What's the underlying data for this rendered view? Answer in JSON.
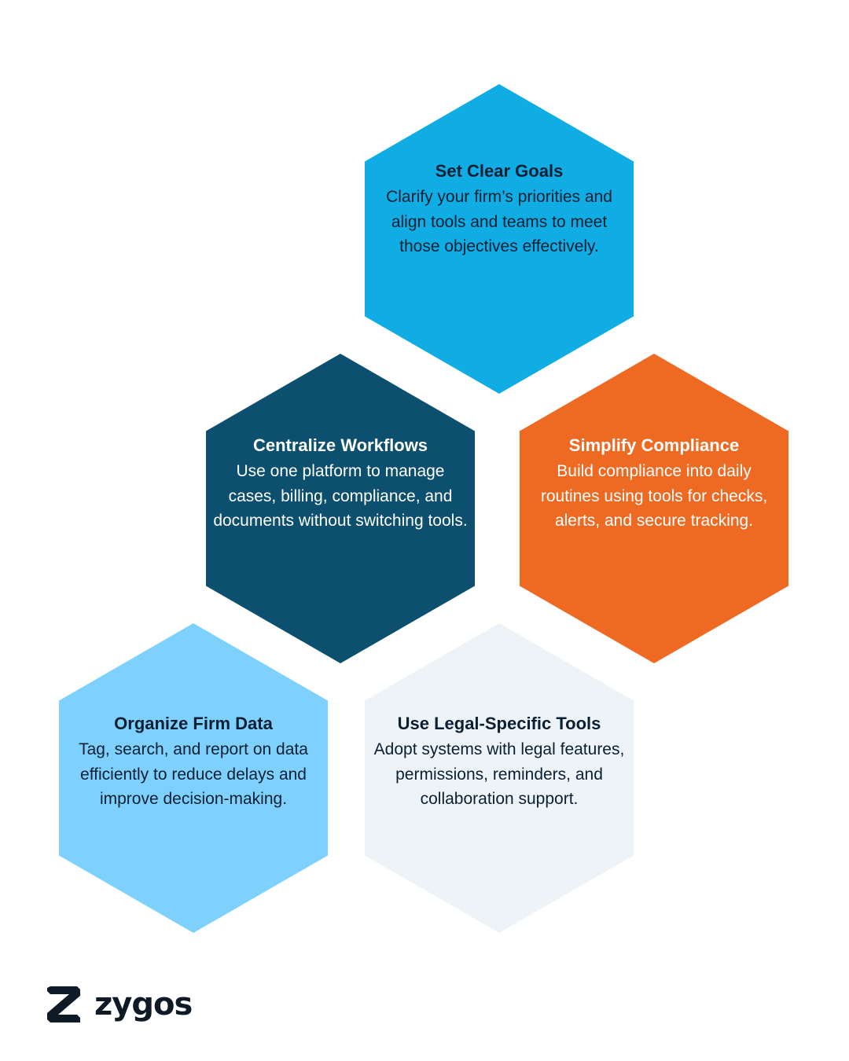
{
  "hexagons": {
    "goals": {
      "title": "Set Clear Goals",
      "description": "Clarify your firm’s priorities and align tools and teams to meet those objectives effectively.",
      "color": "#0fade4"
    },
    "workflows": {
      "title": "Centralize Workflows",
      "description": "Use one platform to manage cases, billing, compliance, and documents without switching tools.",
      "color": "#0c4f6e"
    },
    "compliance": {
      "title": "Simplify Compliance",
      "description": "Build compliance into daily routines using tools for checks, alerts, and secure tracking.",
      "color": "#ee6a22"
    },
    "data": {
      "title": "Organize Firm Data",
      "description": "Tag, search, and report on data efficiently to reduce delays and improve decision-making.",
      "color": "#7dd1fc"
    },
    "tools": {
      "title": "Use Legal-Specific Tools",
      "description": "Adopt systems with legal features, permissions, reminders, and collaboration support.",
      "color": "#eef3f8"
    }
  },
  "brand": {
    "name": "zygos",
    "logo_icon": "zygos-logo-icon",
    "text_color": "#0e1a26"
  }
}
